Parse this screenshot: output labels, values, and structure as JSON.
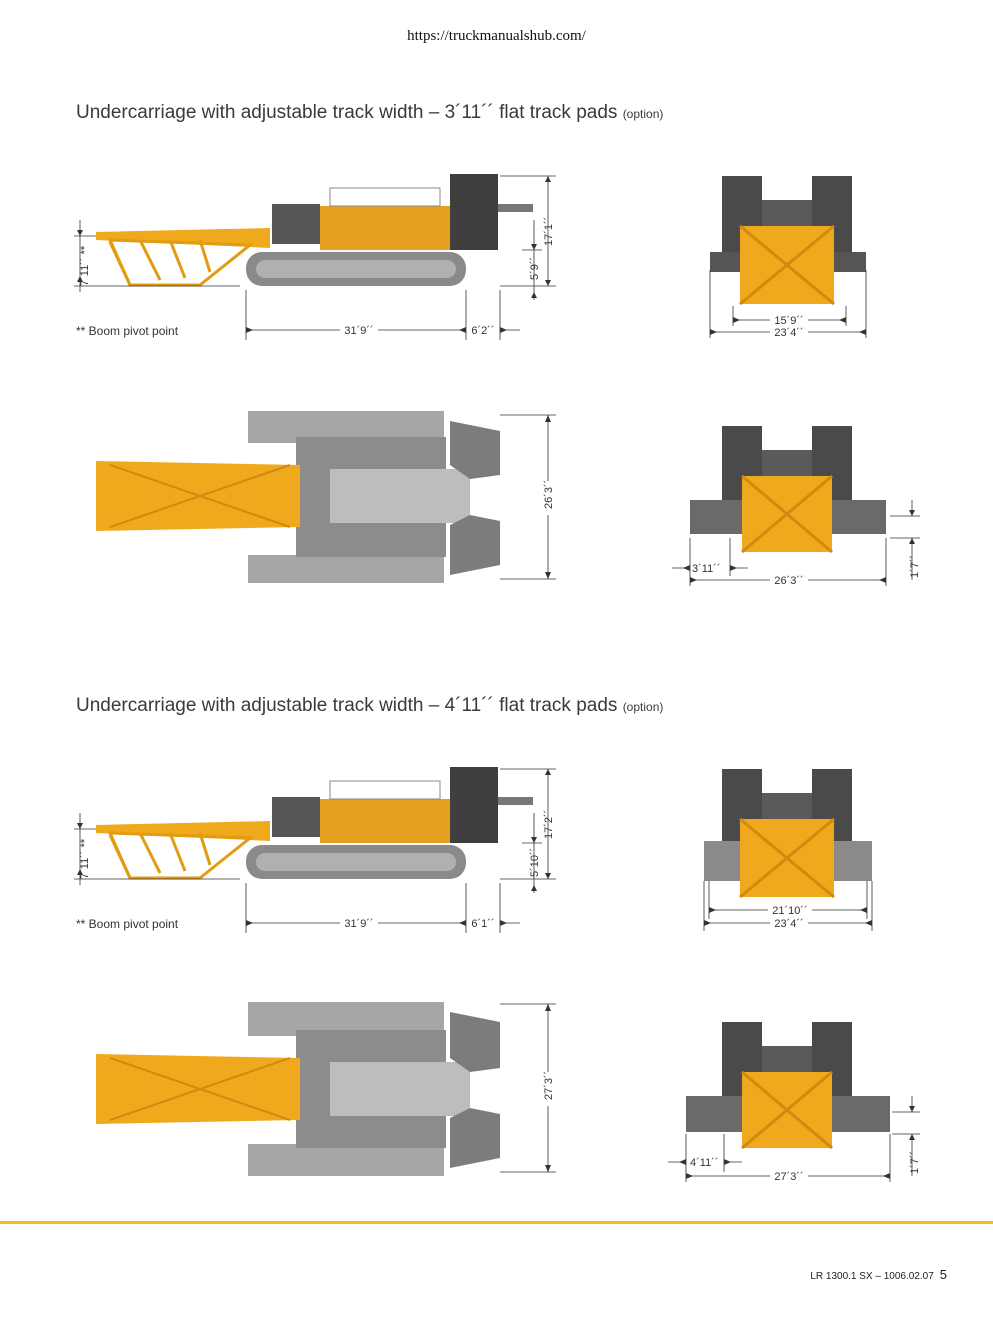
{
  "header": {
    "url": "https://truckmanualshub.com/"
  },
  "sections": [
    {
      "title": "Undercarriage with adjustable track width – 3´11´´ flat track pads",
      "option": "(option)",
      "side": {
        "boom_height": "7´11´´ **",
        "height_total": "17´1´´",
        "height_lower": "5´9´´",
        "length": "31´9´´",
        "rear": "6´2´´",
        "note": "** Boom pivot point"
      },
      "front": {
        "inner": "15´9´´",
        "outer": "23´4´´"
      },
      "top": {
        "width": "26´3´´"
      },
      "front_ext": {
        "pad": "3´11´´",
        "width": "26´3´´",
        "height": "1´7´´"
      }
    },
    {
      "title": "Undercarriage with adjustable track width – 4´11´´ flat track pads",
      "option": "(option)",
      "side": {
        "boom_height": "7´11´´ **",
        "height_total": "17´2´´",
        "height_lower": "5´10´´",
        "length": "31´9´´",
        "rear": "6´1´´",
        "note": "** Boom pivot point"
      },
      "front": {
        "inner": "21´10´´",
        "outer": "23´4´´"
      },
      "top": {
        "width": "27´3´´"
      },
      "front_ext": {
        "pad": "4´11´´",
        "width": "27´3´´",
        "height": "1´7´´"
      }
    }
  ],
  "footer": {
    "doc": "LR 1300.1 SX – 1006.02.07",
    "page": "5"
  },
  "colors": {
    "boom": "#f0a81c",
    "body": "#e6a020",
    "track": "#8a8a8a",
    "dark": "#4a4a4a",
    "accent_line": "#f2c010"
  }
}
